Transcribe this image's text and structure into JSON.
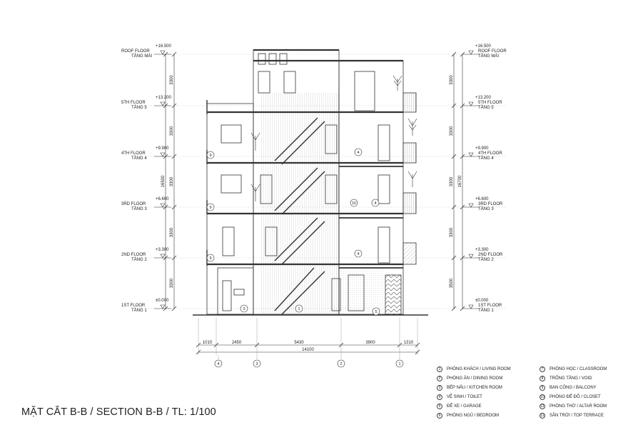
{
  "levels": [
    {
      "id": "roof",
      "mark": "+16.500",
      "name_en": "ROOF FLOOR",
      "name_vi": "TẦNG MÁI"
    },
    {
      "id": "f5",
      "mark": "+13.200",
      "name_en": "5TH FLOOR",
      "name_vi": "TẦNG 5"
    },
    {
      "id": "f4",
      "mark": "+9.900",
      "name_en": "4TH FLOOR",
      "name_vi": "TẦNG 4"
    },
    {
      "id": "f3",
      "mark": "+6.600",
      "name_en": "3RD FLOOR",
      "name_vi": "TẦNG 3"
    },
    {
      "id": "f2",
      "mark": "+3.300",
      "name_en": "2ND FLOOR",
      "name_vi": "TẦNG 2"
    },
    {
      "id": "f1",
      "mark": "±0.000",
      "name_en": "1ST FLOOR",
      "name_vi": "TẦNG 1"
    }
  ],
  "left_dims": {
    "segments": [
      "3300",
      "3300",
      "3300",
      "3300",
      "3300"
    ],
    "total": "16500"
  },
  "right_dims": {
    "segments": [
      "3300",
      "3300",
      "3300",
      "3300",
      "3500"
    ],
    "total": "16700"
  },
  "bottom_dims": {
    "segments": [
      "1010",
      "2450",
      "5430",
      "3900",
      "1310"
    ],
    "total": "14100"
  },
  "grid_labels": [
    "4",
    "3",
    "2",
    "1"
  ],
  "room_tags": [
    "9",
    "9",
    "9",
    "4",
    "4",
    "10",
    "4",
    "1",
    "3",
    "5"
  ],
  "legend": [
    {
      "num": "1",
      "text": "PHÒNG KHÁCH / LIVING ROOM"
    },
    {
      "num": "2",
      "text": "PHÒNG ĂN / DINING ROOM"
    },
    {
      "num": "3",
      "text": "BẾP NẤU / KITCHEN ROOM"
    },
    {
      "num": "4",
      "text": "VỆ SINH / TOILET"
    },
    {
      "num": "5",
      "text": "ĐỂ XE / GARAGE"
    },
    {
      "num": "6",
      "text": "PHÒNG NGỦ / BEDROOM"
    },
    {
      "num": "7",
      "text": "PHÒNG HỌC / CLASSROOM"
    },
    {
      "num": "8",
      "text": "TRỐNG TẦNG / VOID"
    },
    {
      "num": "9",
      "text": "BAN CÔNG / BALCONY"
    },
    {
      "num": "10",
      "text": "PHÒNG ĐỂ ĐỒ / CLOSET"
    },
    {
      "num": "11",
      "text": "PHÒNG THỜ / ALTAR ROOM"
    },
    {
      "num": "12",
      "text": "SÂN TRỜI / TOP TERRACE"
    }
  ],
  "title": "MẶT CẮT B-B / SECTION B-B / TL: 1/100"
}
